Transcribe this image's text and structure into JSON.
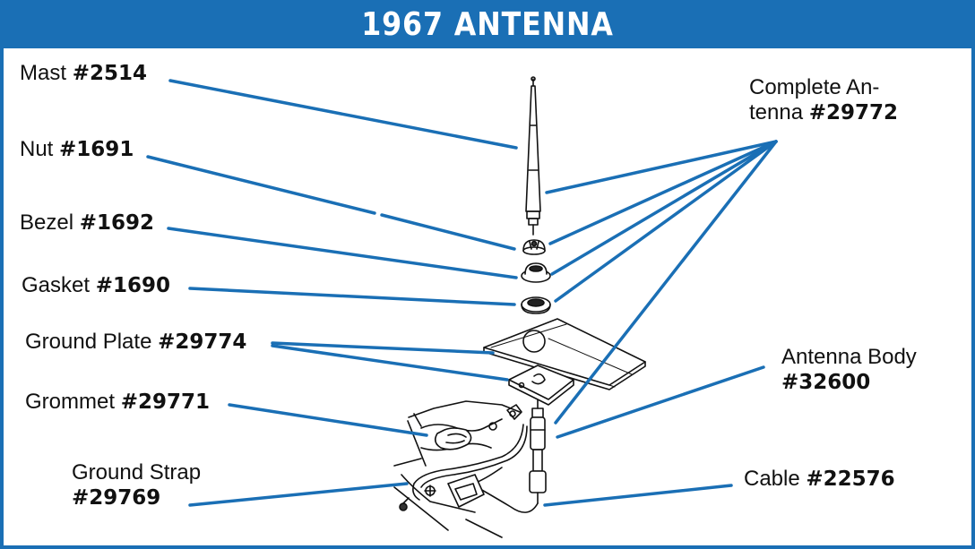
{
  "title": "1967 ANTENNA",
  "colors": {
    "brand": "#1a6fb5",
    "leader": "#1a6fb5",
    "line_art": "#111111"
  },
  "parts": {
    "mast": {
      "name": "Mast",
      "number": "#2514"
    },
    "nut": {
      "name": "Nut",
      "number": "#1691"
    },
    "bezel": {
      "name": "Bezel",
      "number": "#1692"
    },
    "gasket": {
      "name": "Gasket",
      "number": "#1690"
    },
    "ground_plate": {
      "name": "Ground Plate",
      "number": "#29774"
    },
    "grommet": {
      "name": "Grommet",
      "number": "#29771"
    },
    "ground_strap": {
      "name": "Ground Strap",
      "number": "#29769"
    },
    "complete_antenna": {
      "name_line1": "Complete An-",
      "name_line2": "tenna",
      "number": "#29772"
    },
    "antenna_body": {
      "name": "Antenna Body",
      "number": "#32600"
    },
    "cable": {
      "name": "Cable",
      "number": "#22576"
    }
  }
}
